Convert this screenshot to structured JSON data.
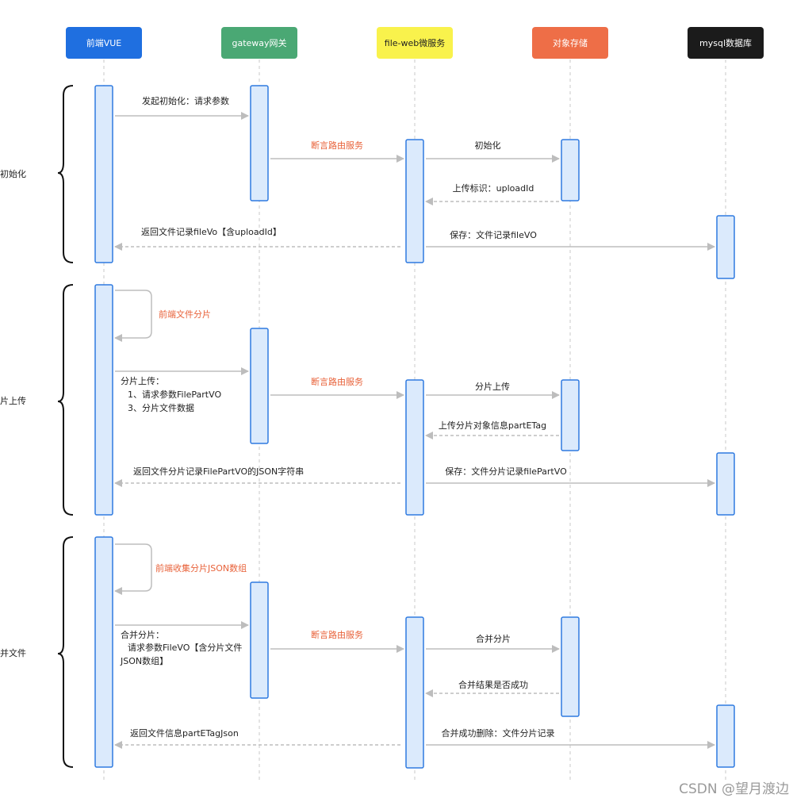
{
  "participants": [
    {
      "label": "前端VUE",
      "fill": "#1f6fe0",
      "text_color": "#ffffff"
    },
    {
      "label": "gateway网关",
      "fill": "#4aa874",
      "text_color": "#ffffff"
    },
    {
      "label": "file-web微服务",
      "fill": "#f9f24c",
      "text_color": "#222222"
    },
    {
      "label": "对象存储",
      "fill": "#ee6e47",
      "text_color": "#ffffff"
    },
    {
      "label": "mysql数据库",
      "fill": "#1b1b1b",
      "text_color": "#ffffff"
    }
  ],
  "sections": [
    {
      "label": "初始化"
    },
    {
      "label": "分片上传"
    },
    {
      "label": "合并文件"
    }
  ],
  "messages": {
    "init_request": "发起初始化：请求参数",
    "init_route": "断言路由服务",
    "init_storage": "初始化",
    "init_upload_id": "上传标识：uploadId",
    "init_save": "保存：文件记录fileVO",
    "init_return": "返回文件记录fileVo【含uploadId】",
    "part_frontend_split": "前端文件分片",
    "part_request_line1": "分片上传：",
    "part_request_line2": "1、请求参数FilePartVO",
    "part_request_line3": "3、分片文件数据",
    "part_route": "断言路由服务",
    "part_storage": "分片上传",
    "part_etag": "上传分片对象信息partETag",
    "part_save": "保存：文件分片记录filePartVO",
    "part_return": "返回文件分片记录FilePartVO的JSON字符串",
    "merge_collect": "前端收集分片JSON数组",
    "merge_request_line1": "合并分片：",
    "merge_request_line2": "请求参数FileVO【含分片文件",
    "merge_request_line3": "JSON数组】",
    "merge_route": "断言路由服务",
    "merge_storage": "合并分片",
    "merge_result": "合并结果是否成功",
    "merge_delete": "合并成功删除：文件分片记录",
    "merge_return": "返回文件信息partETagJson"
  },
  "colors": {
    "activation_fill": "#dbeafc",
    "activation_stroke": "#2f7ae0",
    "arrow": "#bdbdbd",
    "lifeline": "#c8c8c8",
    "orange_text": "#e8623a"
  },
  "watermark": "CSDN @望月渡边"
}
